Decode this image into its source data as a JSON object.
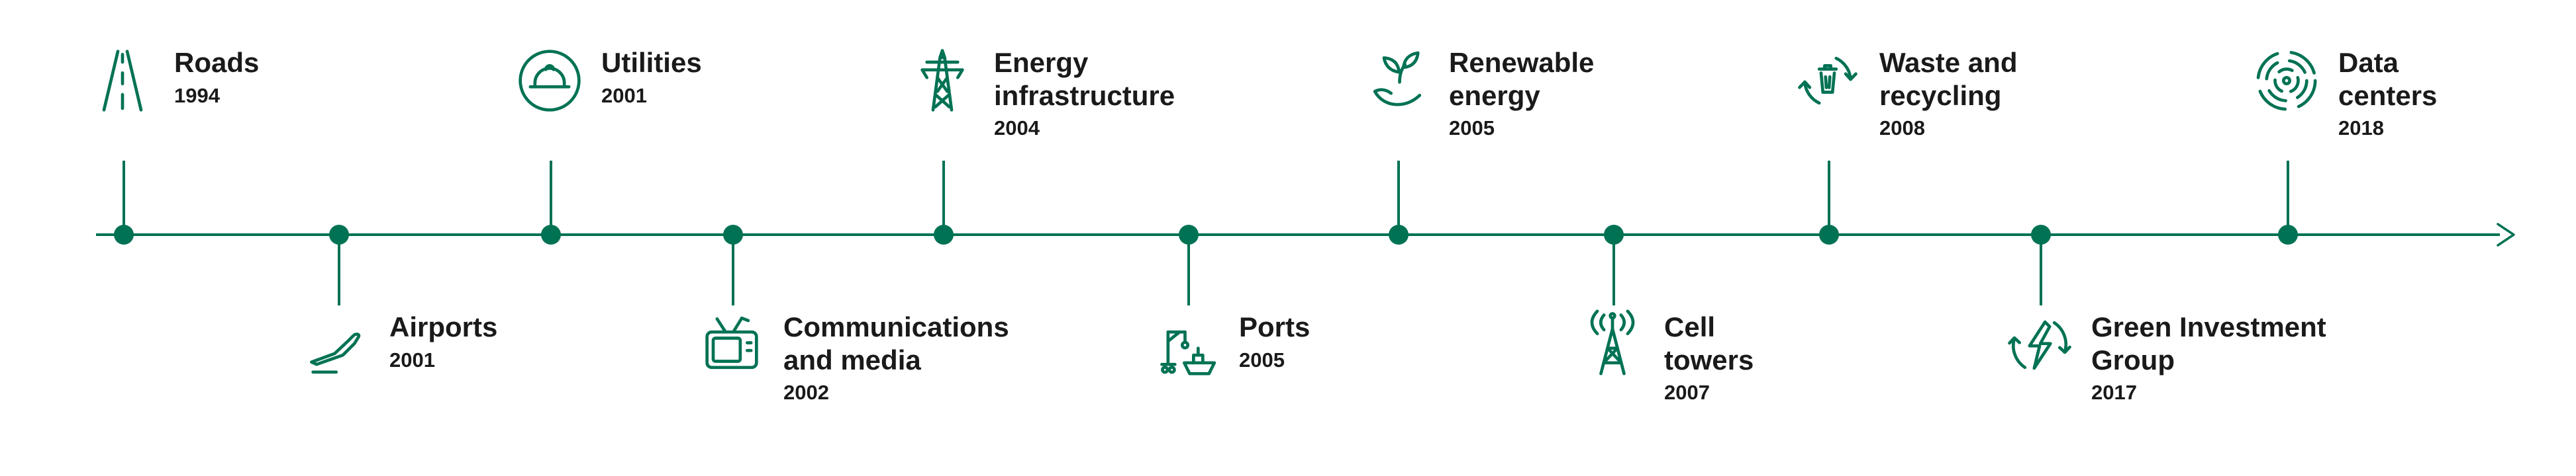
{
  "accent_color": "#007254",
  "text_color": "#1a1a1a",
  "timeline": {
    "direction": "left-to-right",
    "items": [
      {
        "name": "roads",
        "label": "Roads",
        "year": "1994",
        "side": "top",
        "icon": "road-icon"
      },
      {
        "name": "airports",
        "label": "Airports",
        "year": "2001",
        "side": "bottom",
        "icon": "airplane-icon"
      },
      {
        "name": "utilities",
        "label": "Utilities",
        "year": "2001",
        "side": "top",
        "icon": "hard-hat-icon"
      },
      {
        "name": "communications-and-media",
        "label": "Communications and media",
        "year": "2002",
        "side": "bottom",
        "icon": "tv-icon"
      },
      {
        "name": "energy-infrastructure",
        "label": "Energy infrastructure",
        "year": "2004",
        "side": "top",
        "icon": "transmission-tower-icon"
      },
      {
        "name": "ports",
        "label": "Ports",
        "year": "2005",
        "side": "bottom",
        "icon": "crane-ship-icon"
      },
      {
        "name": "renewable-energy",
        "label": "Renewable energy",
        "year": "2005",
        "side": "top",
        "icon": "hand-sprout-icon"
      },
      {
        "name": "cell-towers",
        "label": "Cell towers",
        "year": "2007",
        "side": "bottom",
        "icon": "cell-tower-icon"
      },
      {
        "name": "waste-and-recycling",
        "label": "Waste and recycling",
        "year": "2008",
        "side": "top",
        "icon": "recycling-bin-icon"
      },
      {
        "name": "green-investment-group",
        "label": "Green Investment Group",
        "year": "2017",
        "side": "bottom",
        "icon": "bolt-recycle-icon"
      },
      {
        "name": "data-centers",
        "label": "Data centers",
        "year": "2018",
        "side": "top",
        "icon": "data-rings-icon"
      }
    ]
  }
}
